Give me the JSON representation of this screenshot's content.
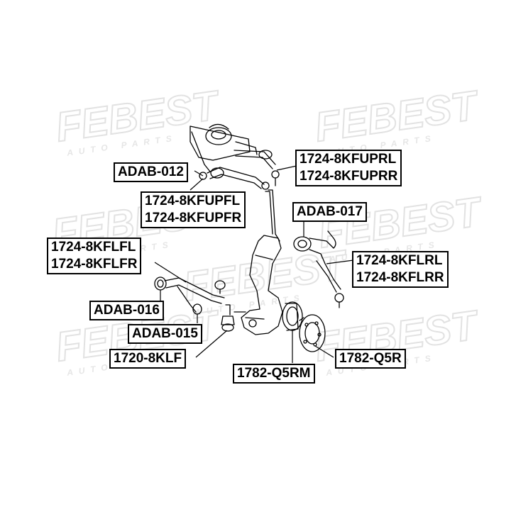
{
  "watermark": {
    "brand": "FEBEST",
    "tagline": "AUTO PARTS",
    "color": "#e6e6e6"
  },
  "labels": {
    "adab012": "ADAB-012",
    "upper_right": [
      "1724-8KFUPRL",
      "1724-8KFUPRR"
    ],
    "upper_front": [
      "1724-8KFUPFL",
      "1724-8KFUPFR"
    ],
    "adab017": "ADAB-017",
    "lower_front": [
      "1724-8KFLFL",
      "1724-8KFLFR"
    ],
    "lower_rear": [
      "1724-8KFLRL",
      "1724-8KFLRR"
    ],
    "adab016": "ADAB-016",
    "adab015": "ADAB-015",
    "balljoint": "1720-8KLF",
    "hub_rm": "1782-Q5RM",
    "hub_r": "1782-Q5R"
  }
}
